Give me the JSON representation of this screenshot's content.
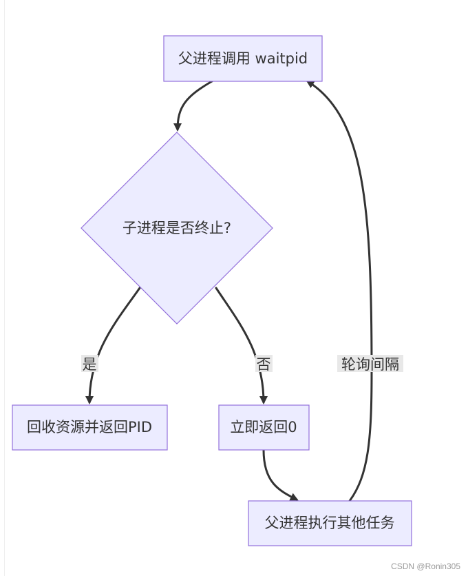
{
  "nodes": {
    "start": "父进程调用 waitpid",
    "decision": "子进程是否终止?",
    "reap": "回收资源并返回PID",
    "return_zero": "立即返回0",
    "other_tasks": "父进程执行其他任务"
  },
  "edges": {
    "yes": "是",
    "no": "否",
    "poll": "轮询间隔"
  },
  "watermark": "CSDN @Ronin305",
  "colors": {
    "node_fill": "#ececff",
    "node_stroke": "#9370db",
    "edge": "#333333",
    "edge_label_bg": "#e8e8e8"
  }
}
